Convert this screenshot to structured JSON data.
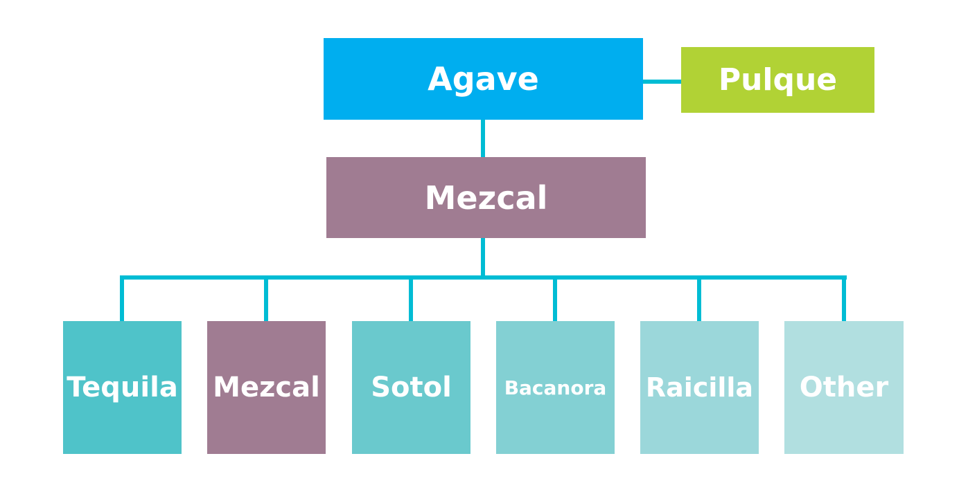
{
  "root": {
    "label": "Agave",
    "color": "#00AEEF"
  },
  "side": {
    "label": "Pulque",
    "color": "#B1D235"
  },
  "middle": {
    "label": "Mezcal",
    "color": "#A07C92"
  },
  "connector_color": "#00BCD4",
  "children": [
    {
      "label": "Tequila",
      "color": "#4FC3C9"
    },
    {
      "label": "Mezcal",
      "color": "#A07C92"
    },
    {
      "label": "Sotol",
      "color": "#6AC9CD"
    },
    {
      "label": "Bacanora",
      "color": "#83D0D3"
    },
    {
      "label": "Raicilla",
      "color": "#9BD7DA"
    },
    {
      "label": "Other",
      "color": "#B1DFE0"
    }
  ]
}
